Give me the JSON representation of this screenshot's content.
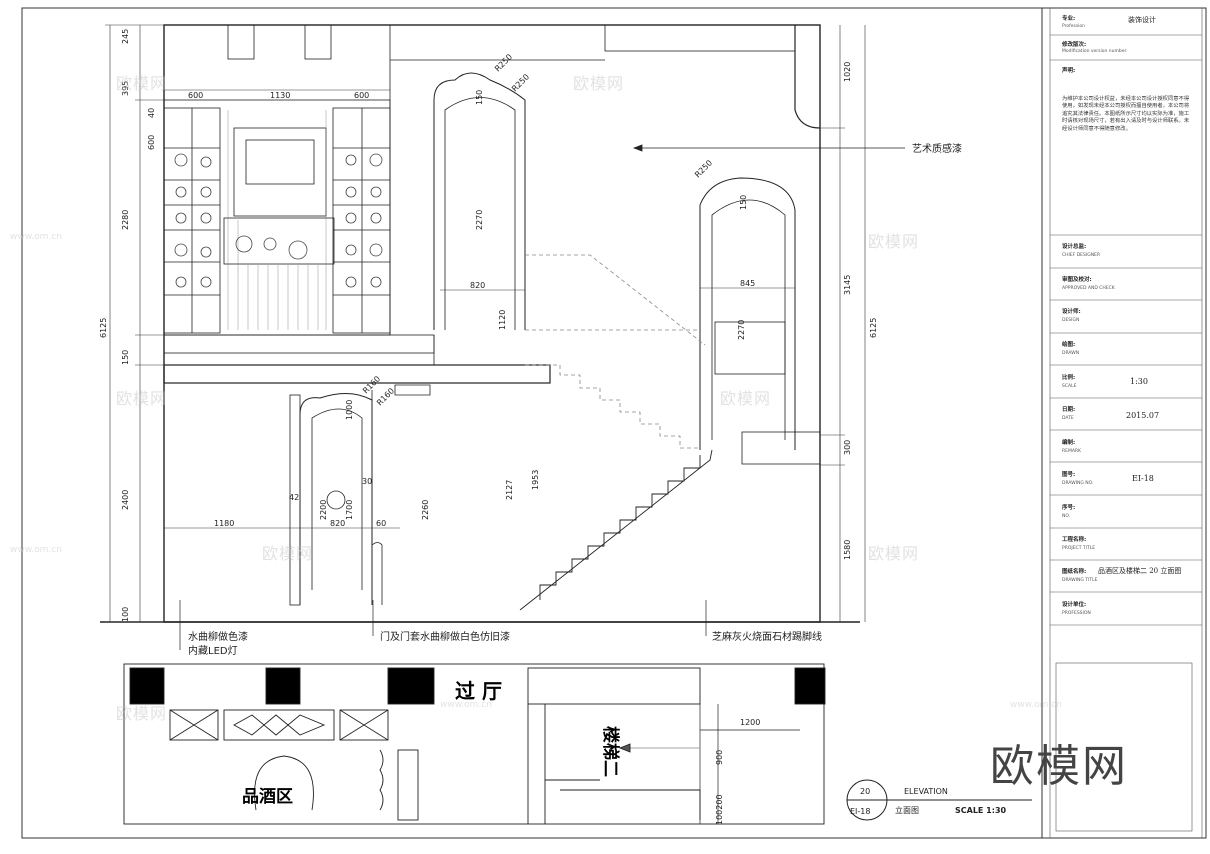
{
  "drawing": {
    "annotations": {
      "art_texture_paint": "艺术质感漆",
      "wood_stain": "水曲柳做色漆",
      "led_light": "内藏LED灯",
      "door_cover": "门及门套水曲柳做白色仿旧漆",
      "stone_skirting": "芝麻灰火烧面石材踢脚线"
    },
    "plan_labels": {
      "hall": "过 厅",
      "wine_area": "品酒区",
      "stair": "楼梯二"
    },
    "dims": {
      "d245": "245",
      "d395": "395",
      "d40": "40",
      "d600": "600",
      "d2280": "2280",
      "d6125": "6125",
      "d2400": "2400",
      "d100": "100",
      "d1130": "1130",
      "d600b": "600",
      "d1020": "1020",
      "d3145": "3145",
      "d1580": "1580",
      "d300": "300",
      "d2270": "2270",
      "d1120": "1120",
      "d820": "820",
      "d845": "845",
      "d2270b": "2270",
      "d1000": "1000",
      "d2260": "2260",
      "d2127": "2127",
      "d1953": "1953",
      "d2200": "2200",
      "d1700": "1700",
      "d1180": "1180",
      "d820b": "820",
      "d60": "60",
      "d42": "42",
      "d30": "30",
      "r250a": "R250",
      "r250b": "R250",
      "r160a": "R160",
      "r160b": "R160",
      "d150": "150",
      "d1200": "1200",
      "d900": "900",
      "d10020": "100200"
    },
    "elevation": {
      "number": "20",
      "sheet": "EI-18",
      "title": "ELEVATION",
      "cn_title": "立面图",
      "scale": "SCALE  1:30"
    }
  },
  "title_block": {
    "major_label": "专业:",
    "major_sub": "Profession",
    "major_value": "装饰设计",
    "modification_label": "修改版次:",
    "modification_sub": "Modification version number",
    "statement_label": "声明:",
    "statement_text": "为维护本公司设计权益，未经本公司设计授权同意不得使用，如发现未经本公司授权而擅自使用者，本公司将追究其法律责任。本图纸所示尺寸均以实际为准，施工时请核对现场尺寸，若有出入请及时与设计师联系。未经设计师同意不得随意修改。",
    "designer_label": "设计总监:",
    "designer_sub": "CHIEF DESIGNER",
    "auditor_label": "审图及校对:",
    "auditor_sub": "APPROVED AND CHECK",
    "design_label": "设计师:",
    "design_sub": "DESIGN",
    "drawn_label": "绘图:",
    "drawn_sub": "DRAWN",
    "scale_label": "比例:",
    "scale_sub": "SCALE",
    "scale_value": "1:30",
    "date_label": "日期:",
    "date_sub": "DATE",
    "date_value": "2015.07",
    "remark_label": "编制:",
    "remark_sub": "REMARK",
    "drawing_no_label": "图号:",
    "drawing_no_sub": "DRAWING NO.",
    "drawing_no_value": "EI-18",
    "serial_label": "序号:",
    "serial_sub": "NO.",
    "project_label": "工程名称:",
    "project_sub": "PROJECT TITLE",
    "drawing_title_label": "图纸名称:",
    "drawing_title_sub": "DRAWING TITLE",
    "drawing_title_value": "品酒区及楼梯二 20 立面图",
    "designer_unit_label": "设计单位:",
    "designer_unit_sub": "PROFESSION"
  },
  "watermarks": {
    "brand": "欧模网",
    "url": "www.om.cn",
    "big": "欧模网"
  }
}
